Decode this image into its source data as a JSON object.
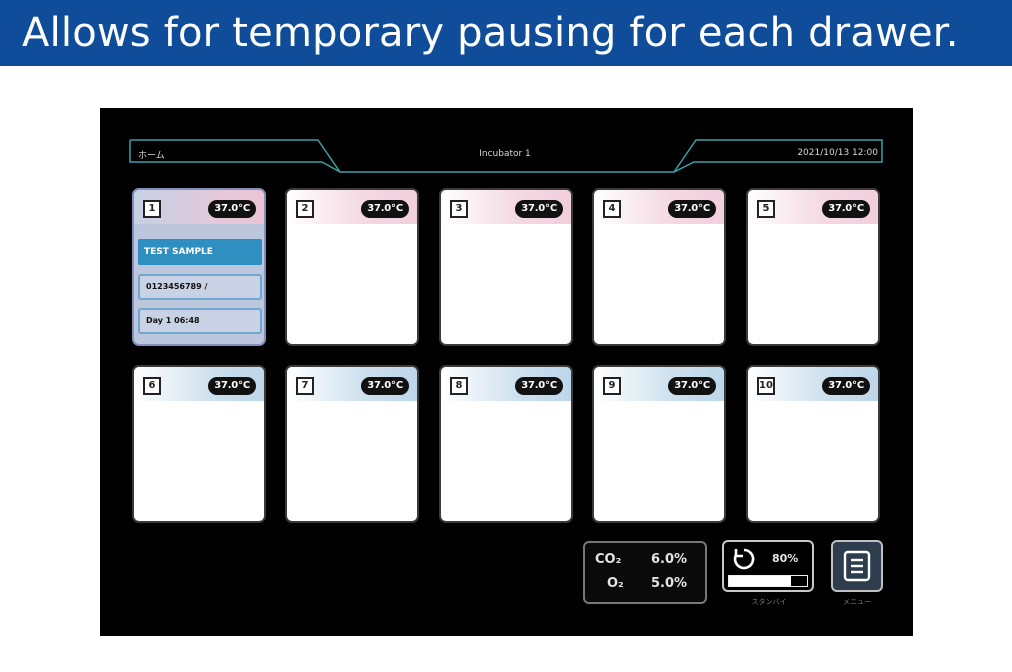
{
  "banner": {
    "text": "Allows for temporary pausing for each drawer."
  },
  "header": {
    "left_label": "ホーム",
    "title": "Incubator 1",
    "datetime": "2021/10/13 12:00"
  },
  "drawers": [
    {
      "number": "1",
      "temperature": "37.0°C",
      "tint": "pink",
      "active": true,
      "sample_name": "TEST SAMPLE",
      "sample_id": "0123456789 /",
      "sample_day": "Day 1  06:48"
    },
    {
      "number": "2",
      "temperature": "37.0°C",
      "tint": "pink"
    },
    {
      "number": "3",
      "temperature": "37.0°C",
      "tint": "pink"
    },
    {
      "number": "4",
      "temperature": "37.0°C",
      "tint": "pink"
    },
    {
      "number": "5",
      "temperature": "37.0°C",
      "tint": "pink"
    },
    {
      "number": "6",
      "temperature": "37.0°C",
      "tint": "blue"
    },
    {
      "number": "7",
      "temperature": "37.0°C",
      "tint": "blue"
    },
    {
      "number": "8",
      "temperature": "37.0°C",
      "tint": "blue"
    },
    {
      "number": "9",
      "temperature": "37.0°C",
      "tint": "blue"
    },
    {
      "number": "10",
      "temperature": "37.0°C",
      "tint": "blue"
    }
  ],
  "status": {
    "co2_label": "CO₂",
    "co2_value": "6.0%",
    "o2_label": "O₂",
    "o2_value": "5.0%",
    "level_value": "80%",
    "level_fraction": 0.8,
    "level_caption": "スタンバイ",
    "menu_caption": "メニュー"
  },
  "colors": {
    "banner": "#0f4c9a",
    "screen": "#000000",
    "sample_highlight": "#2e8fc0",
    "header_line": "#3aa0a8"
  },
  "icons": [
    "refresh-icon",
    "menu-icon"
  ]
}
